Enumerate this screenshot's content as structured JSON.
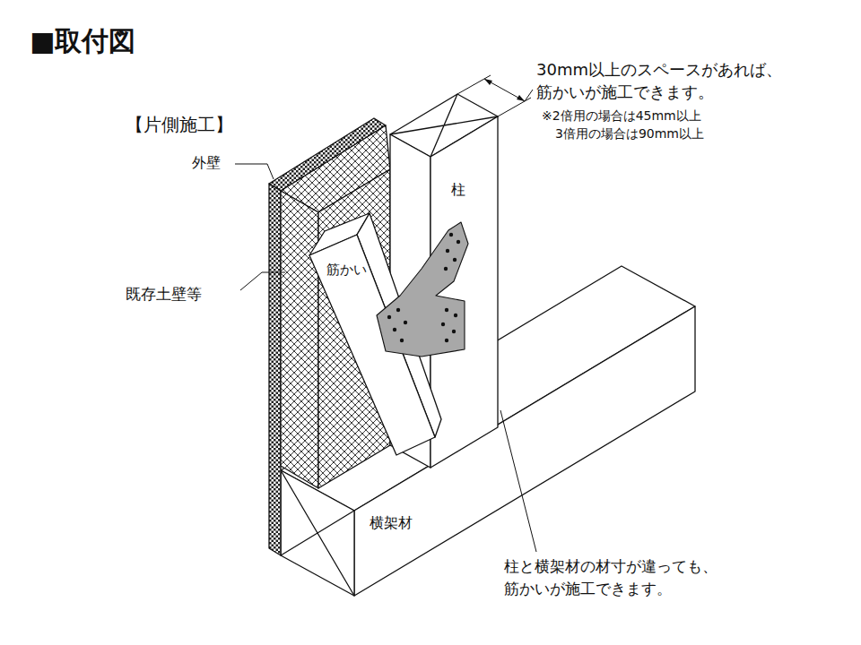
{
  "diagram": {
    "title": "■取付図",
    "labels": [
      "【片側施工】",
      "外壁",
      "既存土壁等",
      "筋かい",
      "柱",
      "横架材",
      "30mm以上のスペースがあれば、",
      "筋かいが施工できます。",
      "※2倍用の場合は45mm以上",
      "3倍用の場合は90mm以上",
      "柱と横架材の材寸が違っても、",
      "筋かいが施工できます。"
    ]
  }
}
